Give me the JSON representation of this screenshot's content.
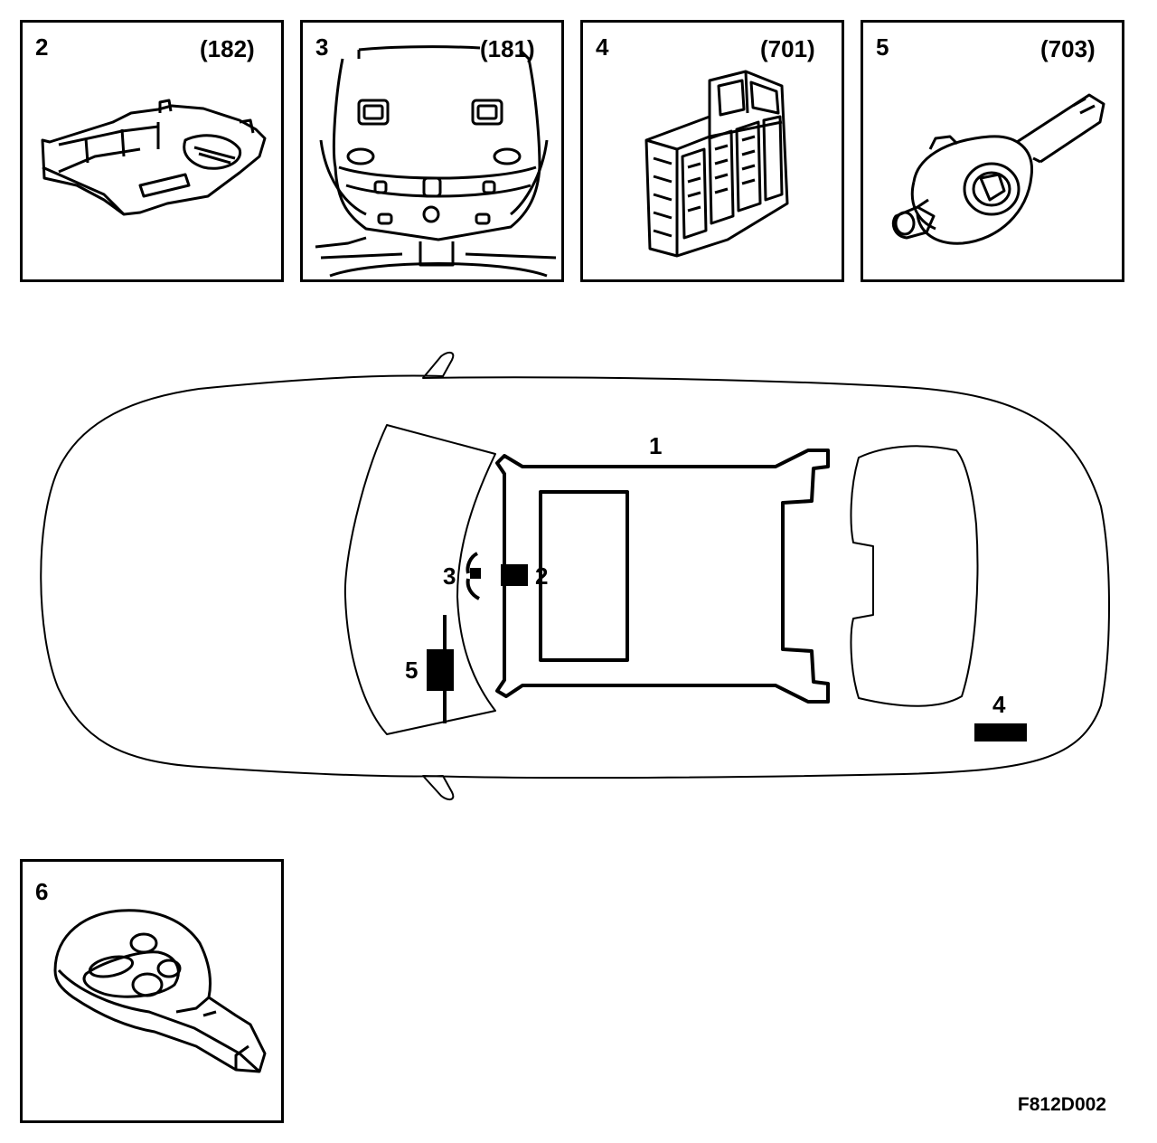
{
  "panels": [
    {
      "number": "2",
      "code": "(182)",
      "icon": "control-module-tray-icon"
    },
    {
      "number": "3",
      "code": "(181)",
      "icon": "roof-console-icon"
    },
    {
      "number": "4",
      "code": "(701)",
      "icon": "fuse-relay-box-icon"
    },
    {
      "number": "5",
      "code": "(703)",
      "icon": "steering-switch-icon"
    },
    {
      "number": "6",
      "code": "",
      "icon": "key-fob-icon"
    }
  ],
  "car_labels": {
    "l1": "1",
    "l2": "2",
    "l3": "3",
    "l4": "4",
    "l5": "5"
  },
  "figure_id": "F812D002"
}
